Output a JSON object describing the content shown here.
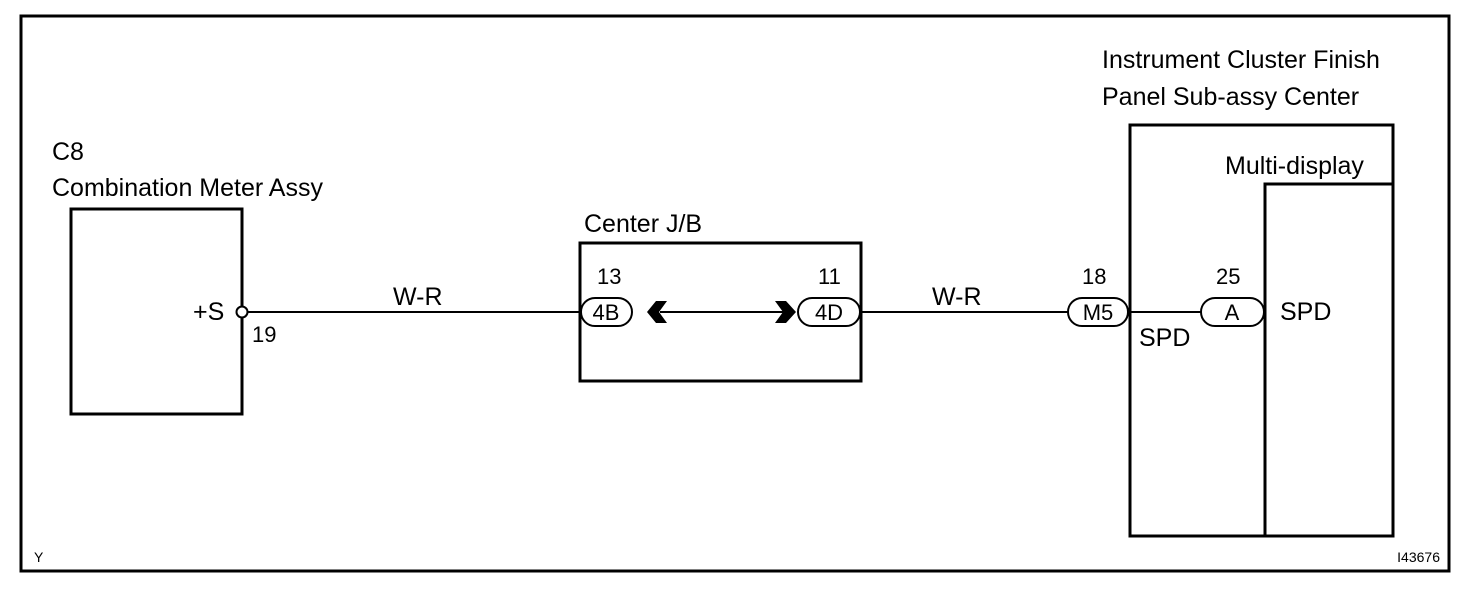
{
  "meter": {
    "code": "C8",
    "name": "Combination Meter Assy",
    "terminal_label": "+S",
    "terminal_pin": "19"
  },
  "wires": {
    "left_color": "W-R",
    "right_color": "W-R"
  },
  "junction_block": {
    "name": "Center J/B",
    "left_connector": "4B",
    "left_pin": "13",
    "right_connector": "4D",
    "right_pin": "11"
  },
  "panel": {
    "name_line1": "Instrument  Cluster  Finish",
    "name_line2": "Panel Sub-assy Center",
    "connector": "M5",
    "connector_pin": "18",
    "terminal_label": "SPD"
  },
  "multi_display": {
    "name": "Multi-display",
    "connector": "A",
    "connector_pin": "25",
    "terminal_label": "SPD"
  },
  "footer": {
    "left_code": "Y",
    "figure_id": "I43676"
  }
}
